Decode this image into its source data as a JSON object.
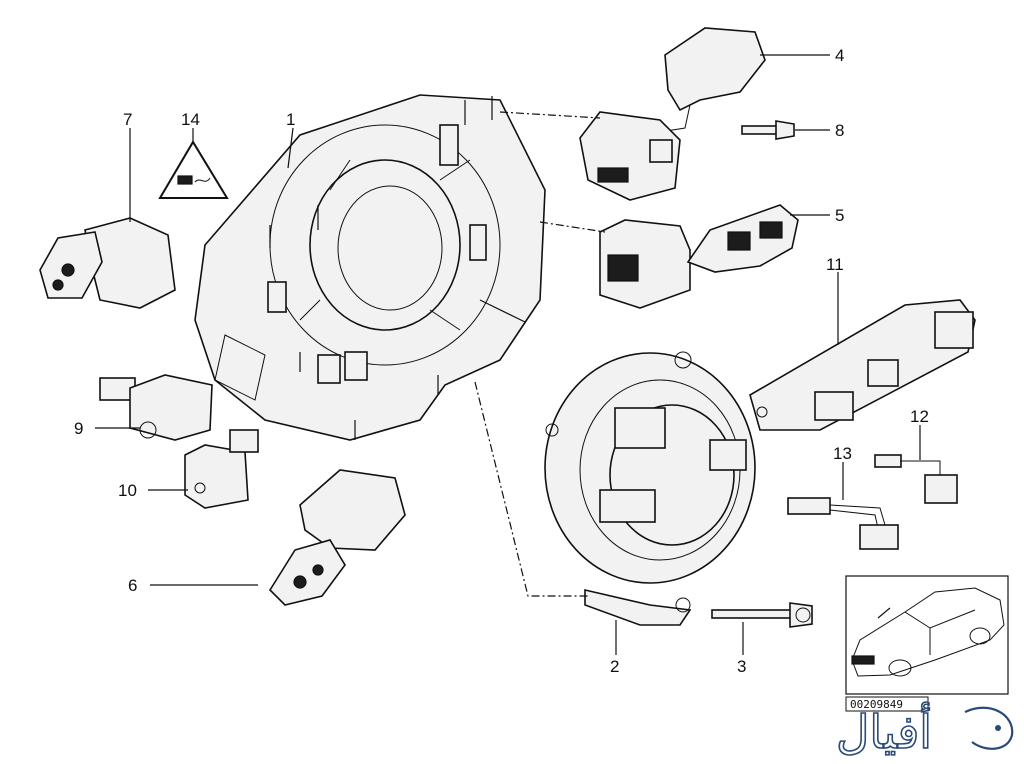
{
  "diagram": {
    "callouts": [
      {
        "id": "1",
        "label": "1"
      },
      {
        "id": "2",
        "label": "2"
      },
      {
        "id": "3",
        "label": "3"
      },
      {
        "id": "4",
        "label": "4"
      },
      {
        "id": "5",
        "label": "5"
      },
      {
        "id": "6",
        "label": "6"
      },
      {
        "id": "7",
        "label": "7"
      },
      {
        "id": "8",
        "label": "8"
      },
      {
        "id": "9",
        "label": "9"
      },
      {
        "id": "10",
        "label": "10"
      },
      {
        "id": "11",
        "label": "11"
      },
      {
        "id": "12",
        "label": "12"
      },
      {
        "id": "13",
        "label": "13"
      },
      {
        "id": "14",
        "label": "14"
      }
    ],
    "inset_code": "00209849",
    "watermark": "أفيال"
  },
  "colors": {
    "line": "#111111",
    "watermark": "#2a4a78",
    "background": "#ffffff"
  }
}
